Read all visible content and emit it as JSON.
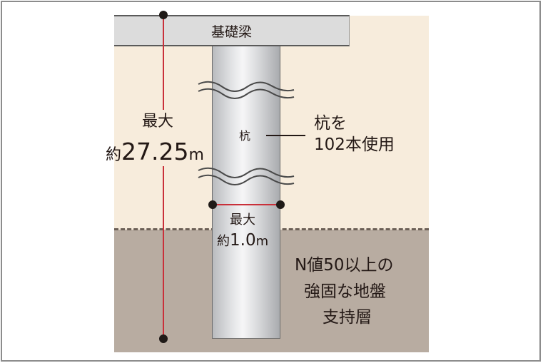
{
  "diagram": {
    "foundation_beam_label": "基礎梁",
    "pile_label": "杭",
    "pile_count_label": [
      "杭を",
      "102本使用"
    ],
    "max_length": {
      "prefix_line": "最大",
      "approx": "約",
      "value": "27.25",
      "unit": "m"
    },
    "max_diameter": {
      "prefix_line": "最大",
      "approx": "約",
      "value": "1.0",
      "unit": "m"
    },
    "bearing_layer_label": [
      "N値50以上の",
      "強固な地盤",
      "支持層"
    ],
    "colors": {
      "upper_soil": "#f7ecdc",
      "bearing_layer": "#b8aca1",
      "beam": "#dcdcdc",
      "dimension_line": "#c9303a",
      "dimension_dot": "#1f1a17",
      "frame_border": "#8c8c8c"
    }
  }
}
